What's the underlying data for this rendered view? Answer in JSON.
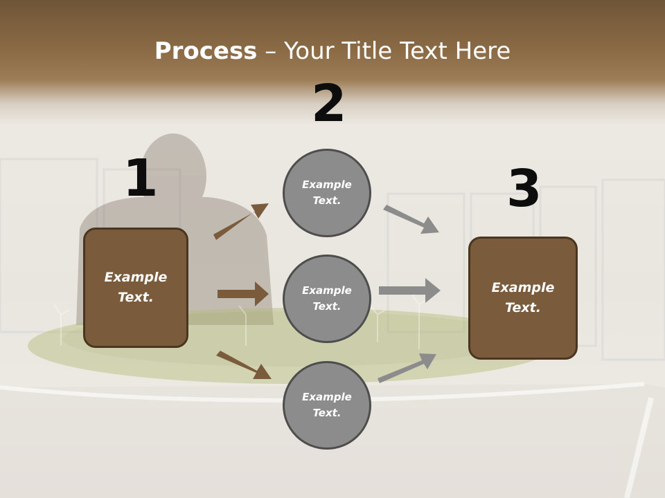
{
  "slide": {
    "title_bold": "Process",
    "title_rest": " – Your Title Text Here",
    "steps": [
      "1",
      "2",
      "3"
    ],
    "left_box": {
      "line1": "Example",
      "line2": "Text."
    },
    "right_box": {
      "line1": "Example",
      "line2": "Text."
    },
    "circles": [
      {
        "line1": "Example",
        "line2": "Text."
      },
      {
        "line1": "Example",
        "line2": "Text."
      },
      {
        "line1": "Example",
        "line2": "Text."
      }
    ]
  },
  "colors": {
    "brown_box": "#7a5c3c",
    "brown_arrow": "#7a5c3c",
    "gray_circle": "#8c8c8c",
    "gray_arrow": "#8c8c8c",
    "title_text": "#ffffff"
  }
}
